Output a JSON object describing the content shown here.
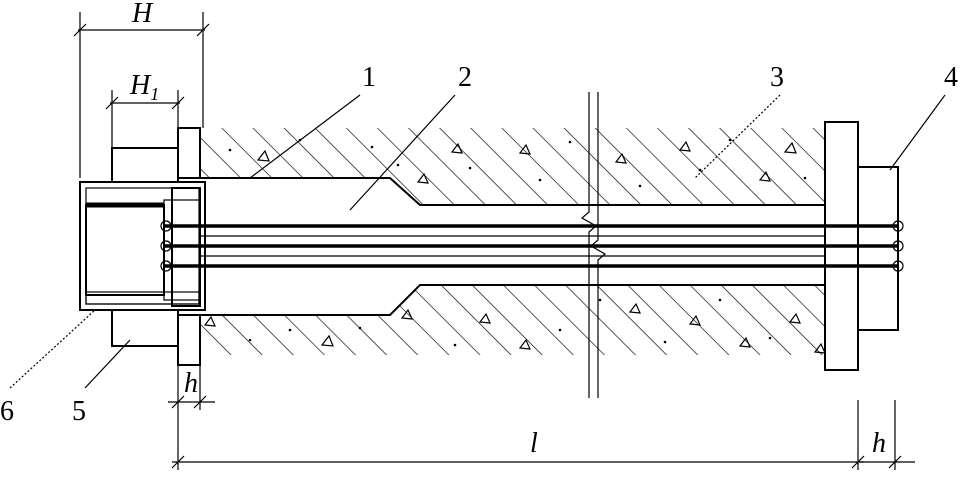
{
  "labels": {
    "n1": "1",
    "n2": "2",
    "n3": "3",
    "n4": "4",
    "n5": "5",
    "n6": "6"
  },
  "dimensions": {
    "H": "H",
    "H1_main": "H",
    "H1_sub": "1",
    "h_left": "h",
    "l": "l",
    "h_right": "h"
  },
  "colors": {
    "line": "#000000",
    "background": "#ffffff"
  }
}
